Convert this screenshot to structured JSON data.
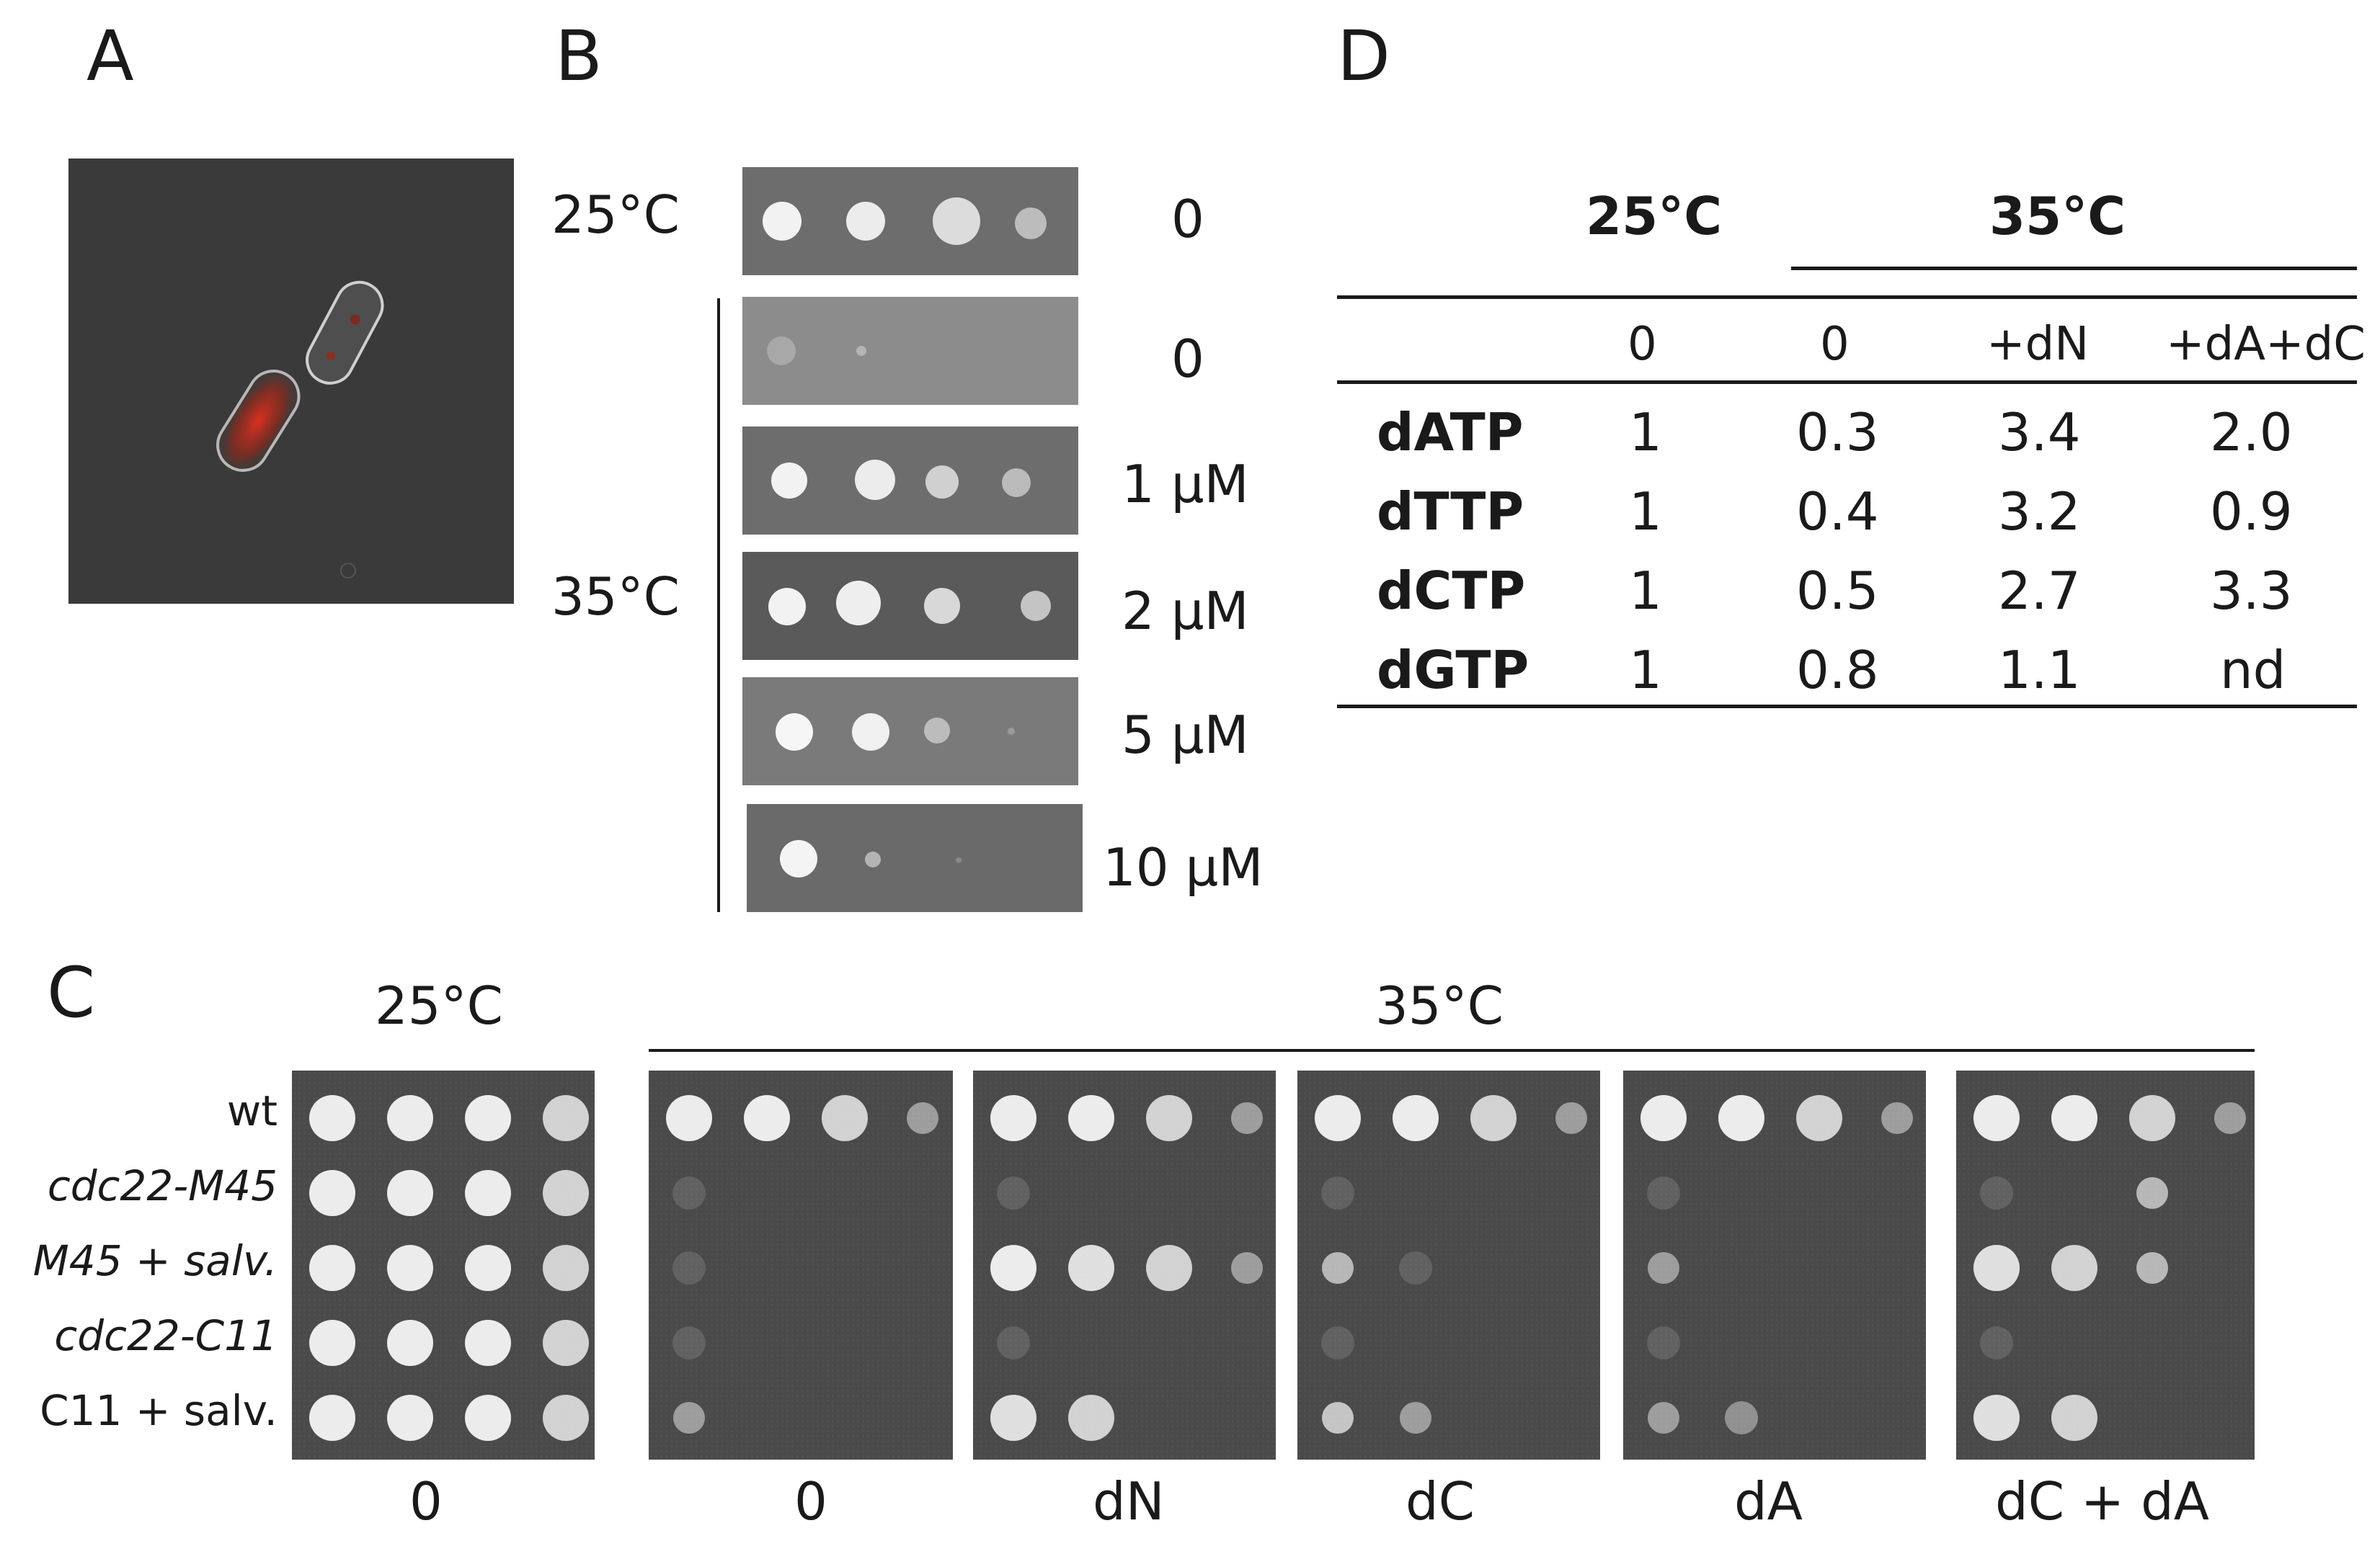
{
  "panels": {
    "a": {
      "letter": "A"
    },
    "b": {
      "letter": "B",
      "temp_25": "25°C",
      "temp_35": "35°C",
      "concentrations": [
        "0",
        "0",
        "1 μM",
        "2 μM",
        "5 μM",
        "10 μM"
      ]
    },
    "c": {
      "letter": "C",
      "temp_25": "25°C",
      "temp_35": "35°C",
      "strains": [
        "wt",
        "cdc22-M45",
        "M45 + salv.",
        "cdc22-C11",
        "C11 + salv."
      ],
      "conditions": [
        "0",
        "0",
        "dN",
        "dC",
        "dA",
        "dC + dA"
      ]
    },
    "d": {
      "letter": "D",
      "header_25": "25°C",
      "header_35": "35°C",
      "subheaders": [
        "0",
        "0",
        "+dN",
        "+dA+dC"
      ],
      "rows": [
        {
          "label": "dATP",
          "values": [
            "1",
            "0.3",
            "3.4",
            "2.0"
          ]
        },
        {
          "label": "dTTP",
          "values": [
            "1",
            "0.4",
            "3.2",
            "0.9"
          ]
        },
        {
          "label": "dCTP",
          "values": [
            "1",
            "0.5",
            "2.7",
            "3.3"
          ]
        },
        {
          "label": "dGTP",
          "values": [
            "1",
            "0.8",
            "1.1",
            "nd"
          ]
        }
      ]
    }
  },
  "colors": {
    "plate": "#4a4a4a",
    "colony": "#e8e8e8",
    "cell_stain": "#c8281e"
  }
}
